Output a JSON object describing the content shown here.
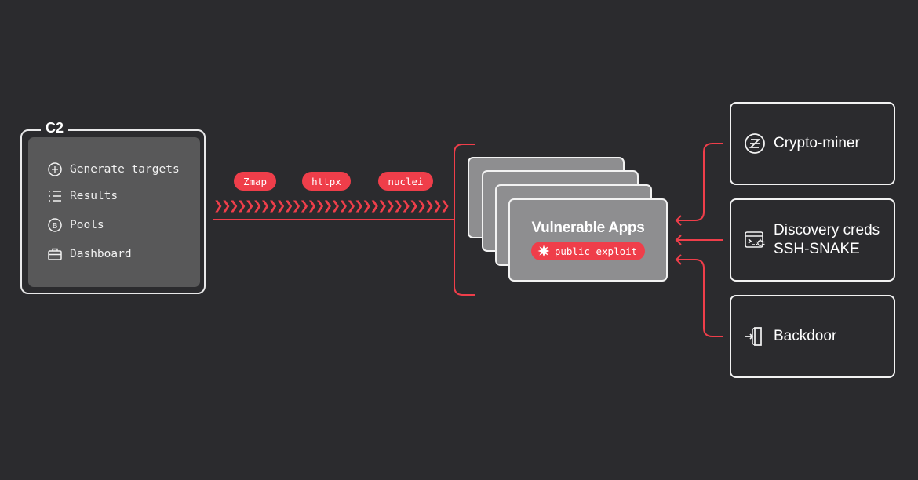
{
  "c2": {
    "title": "C2",
    "menu": [
      {
        "label": "Generate targets",
        "icon": "crosshair-icon"
      },
      {
        "label": "Results",
        "icon": "list-icon"
      },
      {
        "label": "Pools",
        "icon": "bitcoin-icon"
      },
      {
        "label": "Dashboard",
        "icon": "briefcase-icon"
      }
    ]
  },
  "tools": [
    "Zmap",
    "httpx",
    "nuclei"
  ],
  "target": {
    "title": "Vulnerable Apps",
    "badge": "public exploit",
    "badge_icon": "explosion-icon"
  },
  "payloads": [
    {
      "lines": [
        "Crypto-miner"
      ],
      "icon": "crypto-coin-icon"
    },
    {
      "lines": [
        "Discovery creds",
        "SSH-SNAKE"
      ],
      "icon": "terminal-bug-icon"
    },
    {
      "lines": [
        "Backdoor"
      ],
      "icon": "door-enter-icon"
    }
  ],
  "colors": {
    "background": "#2b2b2e",
    "accent": "#ef3e4a",
    "panel": "#585859",
    "card": "#8e8e90",
    "outline": "#f2f2f2"
  }
}
